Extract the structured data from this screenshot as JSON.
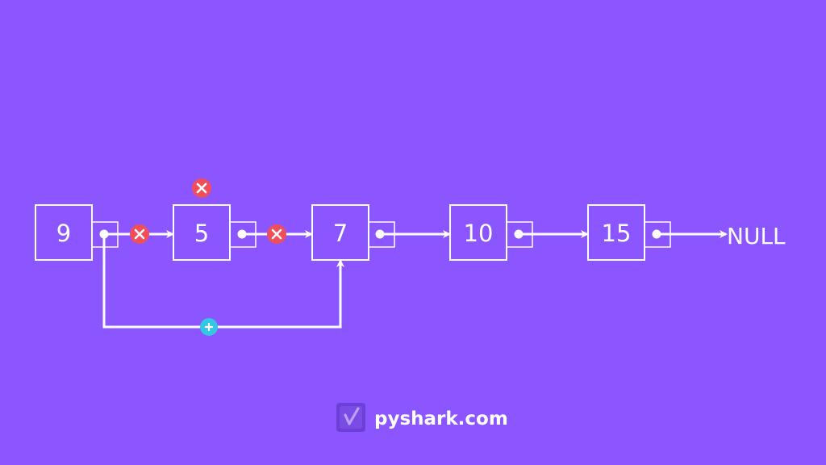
{
  "diagram": {
    "nodes": [
      {
        "id": "n9",
        "value": "9"
      },
      {
        "id": "n5",
        "value": "5"
      },
      {
        "id": "n7",
        "value": "7"
      },
      {
        "id": "n10",
        "value": "10"
      },
      {
        "id": "n15",
        "value": "15"
      }
    ],
    "terminal": "NULL",
    "edges": [
      {
        "from": "n9",
        "to": "n5",
        "status": "removed"
      },
      {
        "from": "n5",
        "to": "n7",
        "status": "removed"
      },
      {
        "from": "n7",
        "to": "n10",
        "status": "normal"
      },
      {
        "from": "n10",
        "to": "n15",
        "status": "normal"
      },
      {
        "from": "n15",
        "to": "NULL",
        "status": "normal"
      },
      {
        "from": "n9",
        "to": "n7",
        "status": "added"
      }
    ],
    "removed_node": "n5",
    "icons": {
      "removed": "close-icon",
      "added": "plus-icon"
    },
    "colors": {
      "background": "#8b55ff",
      "line": "#ffffff",
      "removed_marker": "#ef4f5b",
      "added_marker": "#35c6e4"
    }
  },
  "footer": {
    "brand": "pyshark.com",
    "logo_icon": "pyshark-logo-icon"
  }
}
